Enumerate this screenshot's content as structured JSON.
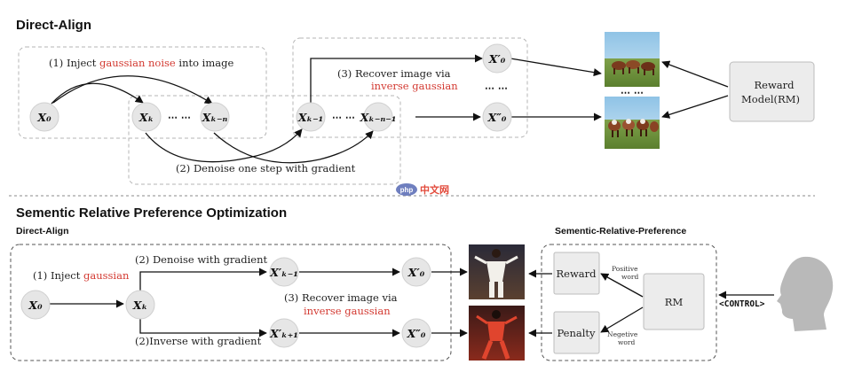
{
  "top": {
    "title": "Direct-Align",
    "inject_prefix": "(1)  Inject ",
    "inject_red": "gaussian noise",
    "inject_suffix": " into image",
    "recover_line1": "(3) Recover image via",
    "recover_line2": "inverse gaussian",
    "denoise": "(2) Denoise one step with gradient",
    "nodes": {
      "x0": "X₀",
      "xk": "Xₖ",
      "xkn": "Xₖ₋ₙ",
      "xk1": "Xₖ₋₁",
      "xkn1": "Xₖ₋ₙ₋₁",
      "x0p": "X′₀",
      "x0pp": "X″₀"
    },
    "dots": "⋯ ⋯",
    "reward_model_line1": "Reward",
    "reward_model_line2": "Model(RM)"
  },
  "watermark": {
    "text": "php 中文网"
  },
  "bottom": {
    "title": "Sementic Relative Preference Optimization",
    "left_subtitle": "Direct-Align",
    "right_subtitle": "Sementic-Relative-Preference",
    "inject_prefix": "(1)  Inject ",
    "inject_red": "gaussian",
    "denoise": "(2) Denoise with gradient",
    "inverse": "(2)Inverse with gradient",
    "recover_line1": "(3) Recover image via",
    "recover_line2": "inverse gaussian",
    "nodes": {
      "x0": "X₀",
      "xk": "Xₖ",
      "xk1p": "X′ₖ₋₁",
      "xk1pp": "X′ₖ₊₁",
      "x0p": "X′₀",
      "x0pp": "X″₀"
    },
    "reward": "Reward",
    "penalty": "Penalty",
    "rm": "RM",
    "positive_line1": "Positive",
    "positive_line2": "word",
    "negative_line1": "Negetive",
    "negative_line2": "word",
    "control": "<CONTROL>"
  },
  "colors": {
    "accent_red": "#d33a32",
    "node_fill": "#e6e6e6"
  }
}
